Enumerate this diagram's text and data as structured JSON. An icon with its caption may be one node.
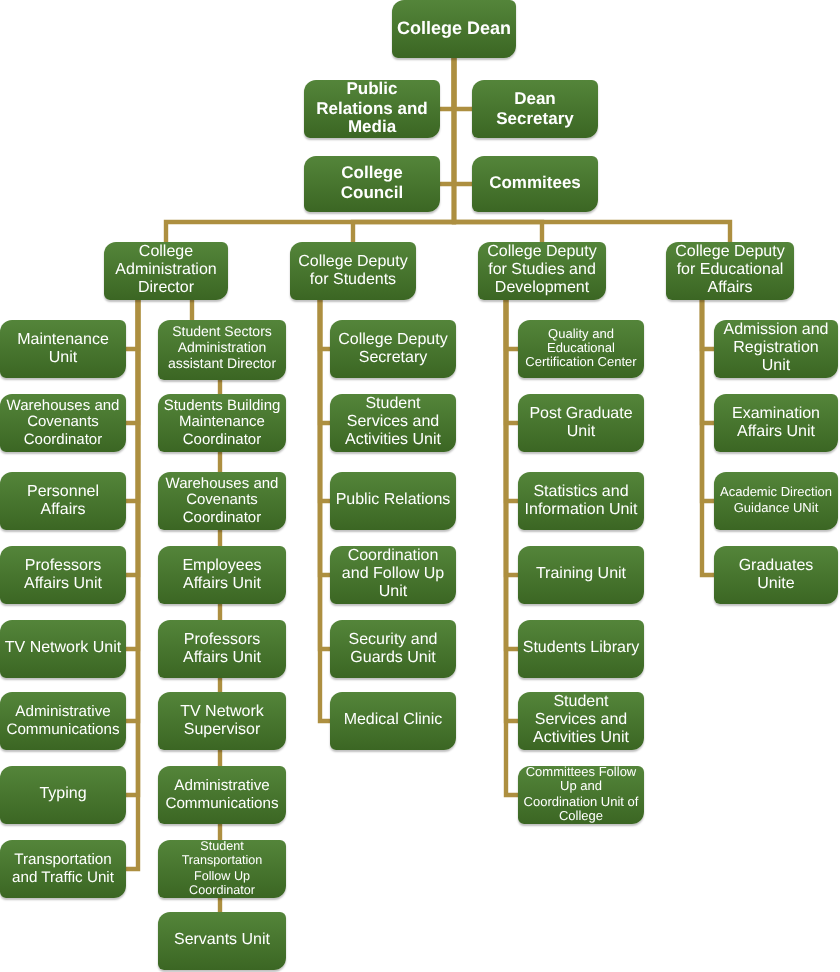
{
  "diagram": {
    "nodes": [
      {
        "text": [
          "College Dean"
        ]
      },
      {
        "text": [
          "Public Relations and Media"
        ]
      },
      {
        "text": [
          "Dean Secretary"
        ]
      },
      {
        "text": [
          "College Council"
        ]
      },
      {
        "text": [
          "Commitees"
        ]
      },
      {
        "text": [
          "College Administration Director"
        ]
      },
      {
        "text": [
          "College Deputy for Students"
        ]
      },
      {
        "text": [
          "College Deputy for Studies and Development"
        ]
      },
      {
        "text": [
          "College Deputy for Educational Affairs"
        ]
      },
      {
        "text": [
          "Maintenance Unit"
        ]
      },
      {
        "text": [
          "Warehouses and Covenants Coordinator"
        ]
      },
      {
        "text": [
          "Personnel Affairs"
        ]
      },
      {
        "text": [
          "Professors Affairs Unit"
        ]
      },
      {
        "text": [
          "TV Network Unit"
        ]
      },
      {
        "text": [
          "Administrative Communications"
        ]
      },
      {
        "text": [
          "Typing"
        ]
      },
      {
        "text": [
          "Transportation and Traffic Unit"
        ]
      },
      {
        "text": [
          "Student Sectors Administration assistant Director"
        ]
      },
      {
        "text": [
          "Students Building Maintenance Coordinator"
        ]
      },
      {
        "text": [
          "Warehouses and Covenants Coordinator"
        ]
      },
      {
        "text": [
          "Employees Affairs Unit"
        ]
      },
      {
        "text": [
          "Professors Affairs Unit"
        ]
      },
      {
        "text": [
          "TV Network Supervisor"
        ]
      },
      {
        "text": [
          "Administrative Communications"
        ]
      },
      {
        "text": [
          "Student Transportation Follow Up Coordinator"
        ]
      },
      {
        "text": [
          "Servants Unit"
        ]
      },
      {
        "text": [
          "College Deputy Secretary"
        ]
      },
      {
        "text": [
          "Student Services and Activities Unit"
        ]
      },
      {
        "text": [
          "Public Relations"
        ]
      },
      {
        "text": [
          "Coordination and Follow Up Unit"
        ]
      },
      {
        "text": [
          "Security and Guards Unit"
        ]
      },
      {
        "text": [
          "Medical Clinic"
        ]
      },
      {
        "text": [
          "Quality and Educational Certification Center"
        ]
      },
      {
        "text": [
          "Post Graduate Unit"
        ]
      },
      {
        "text": [
          "Statistics and Information Unit"
        ]
      },
      {
        "text": [
          "Training Unit"
        ]
      },
      {
        "text": [
          "Students Library"
        ]
      },
      {
        "text": [
          "Student Services and Activities Unit"
        ]
      },
      {
        "text": [
          "Committees Follow Up and Coordination Unit of College"
        ]
      },
      {
        "text": [
          "Admission and Registration Unit"
        ]
      },
      {
        "text": [
          "Examination Affairs Unit"
        ]
      },
      {
        "text": [
          "Academic Direction Guidance UNit"
        ]
      },
      {
        "text": [
          "Graduates Unite"
        ]
      }
    ],
    "edges": [
      {
        "from": 0,
        "to": 1,
        "arrow": "none"
      },
      {
        "from": 0,
        "to": 2,
        "arrow": "none"
      },
      {
        "from": 0,
        "to": 3,
        "arrow": "none"
      },
      {
        "from": 0,
        "to": 4,
        "arrow": "none"
      },
      {
        "from": 0,
        "to": 5,
        "arrow": "none"
      },
      {
        "from": 0,
        "to": 6,
        "arrow": "none"
      },
      {
        "from": 0,
        "to": 7,
        "arrow": "none"
      },
      {
        "from": 0,
        "to": 8,
        "arrow": "none"
      },
      {
        "from": 5,
        "to": 9,
        "arrow": "none"
      },
      {
        "from": 5,
        "to": 10,
        "arrow": "none"
      },
      {
        "from": 5,
        "to": 11,
        "arrow": "none"
      },
      {
        "from": 5,
        "to": 12,
        "arrow": "none"
      },
      {
        "from": 5,
        "to": 13,
        "arrow": "none"
      },
      {
        "from": 5,
        "to": 14,
        "arrow": "none"
      },
      {
        "from": 5,
        "to": 15,
        "arrow": "none"
      },
      {
        "from": 5,
        "to": 16,
        "arrow": "none"
      },
      {
        "from": 5,
        "to": 17,
        "arrow": "none"
      },
      {
        "from": 17,
        "to": 18,
        "arrow": "none"
      },
      {
        "from": 18,
        "to": 19,
        "arrow": "none"
      },
      {
        "from": 19,
        "to": 20,
        "arrow": "none"
      },
      {
        "from": 20,
        "to": 21,
        "arrow": "none"
      },
      {
        "from": 21,
        "to": 22,
        "arrow": "none"
      },
      {
        "from": 22,
        "to": 23,
        "arrow": "none"
      },
      {
        "from": 23,
        "to": 24,
        "arrow": "none"
      },
      {
        "from": 24,
        "to": 25,
        "arrow": "none"
      },
      {
        "from": 6,
        "to": 26,
        "arrow": "none"
      },
      {
        "from": 6,
        "to": 27,
        "arrow": "none"
      },
      {
        "from": 6,
        "to": 28,
        "arrow": "none"
      },
      {
        "from": 6,
        "to": 29,
        "arrow": "none"
      },
      {
        "from": 6,
        "to": 30,
        "arrow": "none"
      },
      {
        "from": 6,
        "to": 31,
        "arrow": "none"
      },
      {
        "from": 7,
        "to": 32,
        "arrow": "none"
      },
      {
        "from": 7,
        "to": 33,
        "arrow": "none"
      },
      {
        "from": 7,
        "to": 34,
        "arrow": "none"
      },
      {
        "from": 7,
        "to": 35,
        "arrow": "none"
      },
      {
        "from": 7,
        "to": 36,
        "arrow": "none"
      },
      {
        "from": 7,
        "to": 37,
        "arrow": "none"
      },
      {
        "from": 7,
        "to": 38,
        "arrow": "none"
      },
      {
        "from": 8,
        "to": 39,
        "arrow": "none"
      },
      {
        "from": 8,
        "to": 40,
        "arrow": "none"
      },
      {
        "from": 8,
        "to": 41,
        "arrow": "none"
      },
      {
        "from": 8,
        "to": 42,
        "arrow": "none"
      }
    ]
  }
}
